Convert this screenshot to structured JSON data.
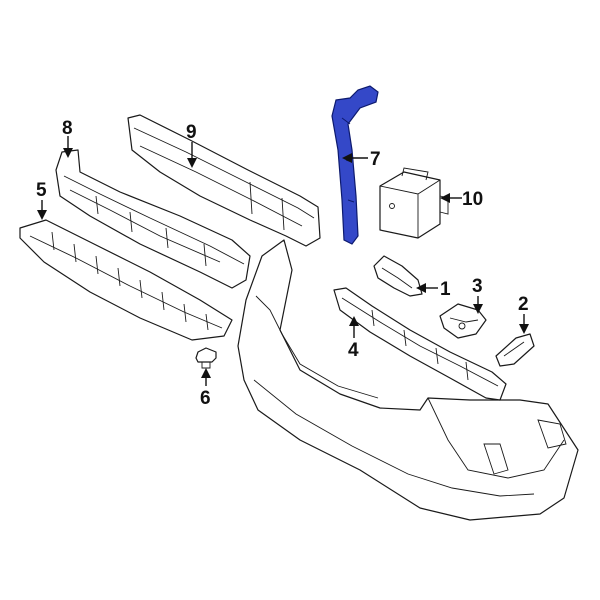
{
  "diagram": {
    "highlight_color": "#3448c8",
    "callouts": [
      {
        "id": "callout-1",
        "label": "1"
      },
      {
        "id": "callout-2",
        "label": "2"
      },
      {
        "id": "callout-3",
        "label": "3"
      },
      {
        "id": "callout-4",
        "label": "4"
      },
      {
        "id": "callout-5",
        "label": "5"
      },
      {
        "id": "callout-6",
        "label": "6"
      },
      {
        "id": "callout-7",
        "label": "7"
      },
      {
        "id": "callout-8",
        "label": "8"
      },
      {
        "id": "callout-9",
        "label": "9"
      },
      {
        "id": "callout-10",
        "label": "10"
      }
    ]
  }
}
